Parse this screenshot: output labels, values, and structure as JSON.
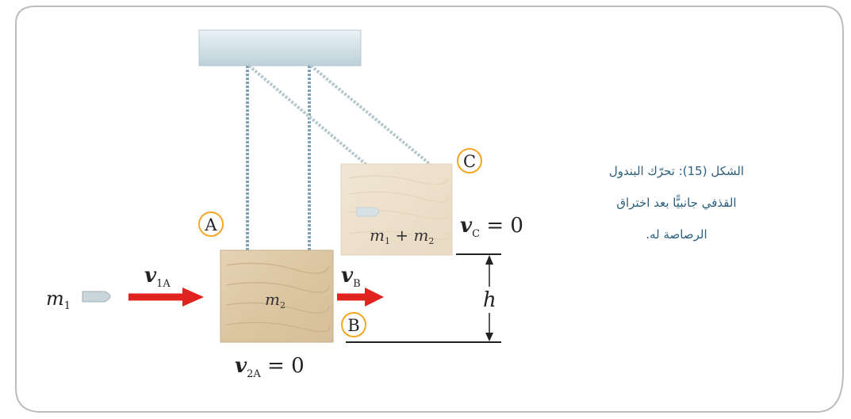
{
  "figure": {
    "labels": {
      "point_a": "A",
      "point_b": "B",
      "point_c": "C",
      "bullet_mass": "m",
      "bullet_mass_sub": "1",
      "block_mass": "m",
      "block_mass_sub": "2",
      "v1a": "v",
      "v1a_sub": "1A",
      "vb": "v",
      "vb_sub": "B",
      "vc": "v",
      "vc_sub": "C",
      "vc_eq": " = 0",
      "v2a": "v",
      "v2a_sub": "2A",
      "v2a_eq": " = 0",
      "combined_m1": "m",
      "combined_sub1": "1",
      "combined_plus": " + m",
      "combined_sub2": "2",
      "height": "h"
    },
    "caption_lines": [
      "الشكل (15): تحرّك البندول",
      "القذفي جانبيًّا بعد اختراق",
      "الرصاصة له."
    ]
  },
  "colors": {
    "caption_text": "#2b5f7d",
    "arrow": "#e0231e",
    "circle_label": "#f5a623",
    "wood": "#e2cfb0",
    "support": "#cfdfe6",
    "border": "#b9b9b9"
  }
}
